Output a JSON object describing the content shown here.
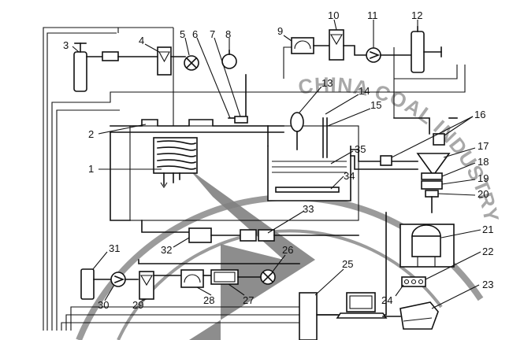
{
  "labels": [
    "1",
    "2",
    "3",
    "4",
    "5",
    "6",
    "7",
    "8",
    "9",
    "10",
    "11",
    "12",
    "13",
    "14",
    "15",
    "16",
    "17",
    "18",
    "19",
    "20",
    "21",
    "22",
    "23",
    "24",
    "25",
    "26",
    "27",
    "28",
    "29",
    "30",
    "31",
    "32",
    "33",
    "34",
    "35"
  ],
  "watermark": {
    "text": "CHINA COAL INDUSTRY",
    "colors": {
      "logo": "#6a6a6a",
      "arc": "#8a8a8a"
    }
  }
}
